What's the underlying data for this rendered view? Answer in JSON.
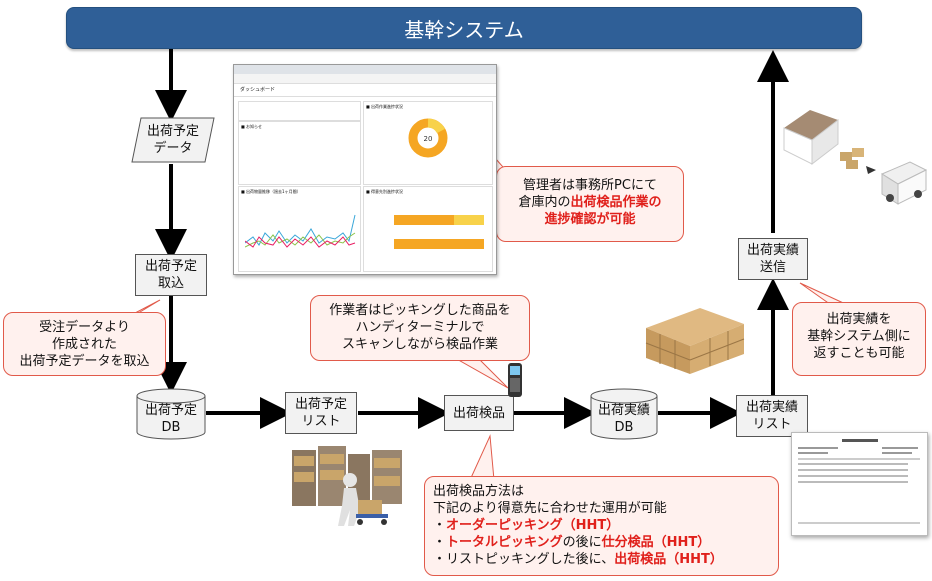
{
  "header": {
    "title": "基幹システム"
  },
  "nodes": {
    "shipment_plan_data": "出荷予定\nデータ",
    "shipment_plan_import": "出荷予定\n取込",
    "shipment_plan_db": "出荷予定\nDB",
    "shipment_plan_list": "出荷予定\nリスト",
    "shipment_inspection": "出荷検品",
    "shipment_result_db": "出荷実績\nDB",
    "shipment_result_list": "出荷実績\nリスト",
    "shipment_result_send": "出荷実績\n送信"
  },
  "callouts": {
    "order_import": "受注データより\n作成された\n出荷予定データを取込",
    "manager_line1": "管理者は事務所PCにて",
    "manager_line2_pre": "倉庫内の",
    "manager_line2_red": "出荷検品作業の",
    "manager_line3_red": "進捗確認が可能",
    "worker": "作業者はピッキングした商品を\nハンディターミナルで\nスキャンしながら検品作業",
    "return_results": "出荷実績を\n基幹システム側に\n返すことも可能",
    "method_line1": "出荷検品方法は",
    "method_line2": "下記のより得意先に合わせた運用が可能",
    "method_item1_pre": "・",
    "method_item1_red": "オーダーピッキング（HHT）",
    "method_item2_pre": "・",
    "method_item2_red": "トータルピッキング",
    "method_item2_mid": "の後に",
    "method_item2_red2": "仕分検品（HHT）",
    "method_item3_pre": "・リストピッキングした後に、",
    "method_item3_red": "出荷検品（HHT）"
  },
  "dashboard": {
    "title": "ダッシュボード",
    "panel_notice": "■ お知らせ",
    "panel_progress": "■ 出荷作業進捗状況",
    "panel_volume": "■ 出荷物量推移（過去1ヶ月間）",
    "panel_dest": "■ 得意先別進捗状況",
    "donut_value": "20"
  },
  "colors": {
    "header": "#2f5f97",
    "callout_border": "#e15a4a",
    "callout_fill": "#fff1ee",
    "red_text": "#e0201b",
    "box_fill": "#f2f2f2"
  }
}
